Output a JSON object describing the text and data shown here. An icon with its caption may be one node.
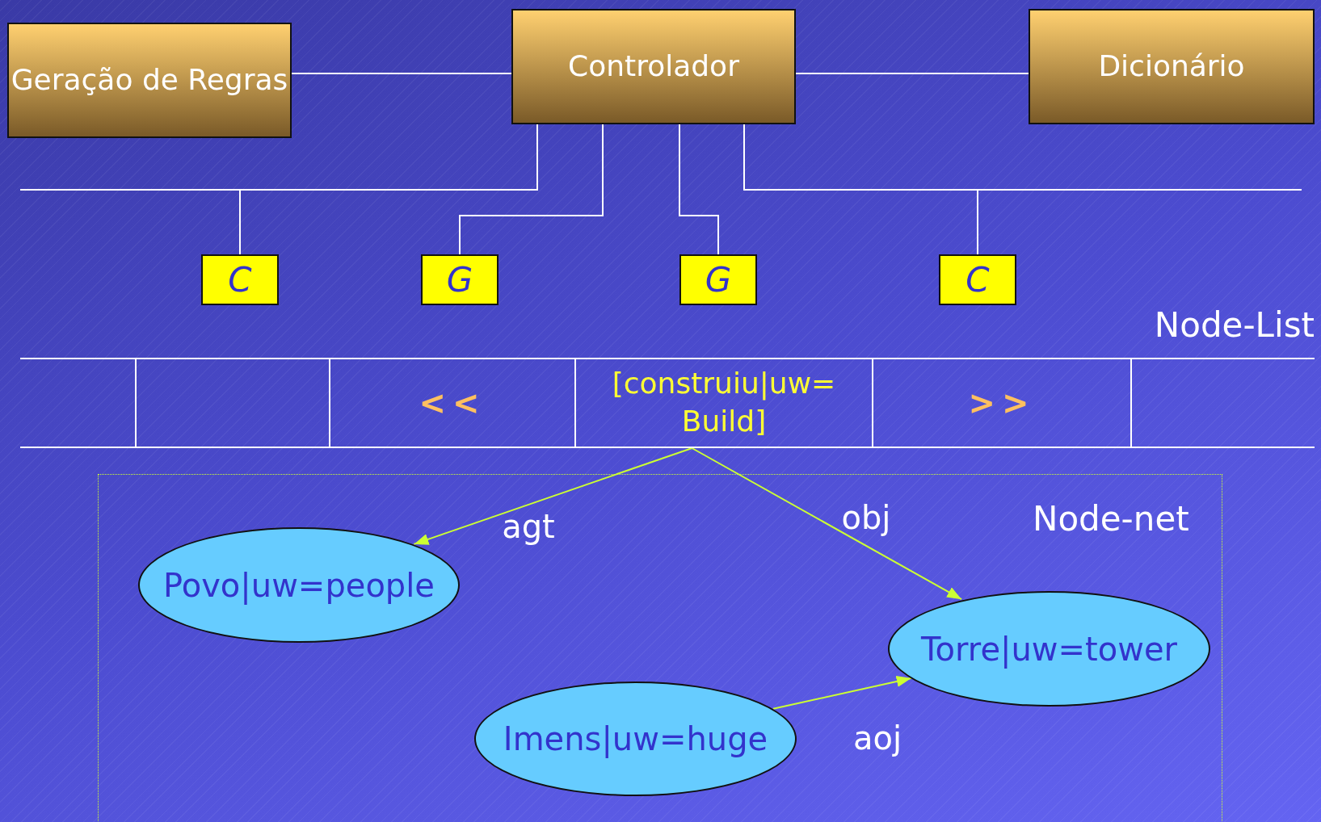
{
  "diagram": {
    "nodes": [
      {
        "text": [
          "Geração de Regras"
        ]
      },
      {
        "text": [
          "Controlador"
        ]
      },
      {
        "text": [
          "Dicionário"
        ]
      },
      {
        "text": [
          "C"
        ]
      },
      {
        "text": [
          "G"
        ]
      },
      {
        "text": [
          "G"
        ]
      },
      {
        "text": [
          "C"
        ]
      },
      {
        "text": [
          "Node-List"
        ]
      },
      {
        "text": [],
        "shape": "box",
        "in": 7
      },
      {
        "text": [],
        "shape": "box",
        "in": 7
      },
      {
        "text": [
          "<<"
        ],
        "in": 7
      },
      {
        "text": [
          "[construiu|uw= Build]"
        ],
        "in": 7
      },
      {
        "text": [
          ">>"
        ],
        "in": 7
      },
      {
        "text": [],
        "shape": "box",
        "in": 7
      },
      {
        "text": [
          "Node-net"
        ]
      },
      {
        "text": [
          "Povo|uw=people"
        ],
        "in": 14
      },
      {
        "text": [
          "Torre|uw=tower"
        ],
        "in": 14
      },
      {
        "text": [
          "Imens|uw=huge"
        ],
        "in": 14
      }
    ],
    "edges": [
      {
        "from": 0,
        "to": 1,
        "arrow": "none"
      },
      {
        "from": 1,
        "to": 2,
        "arrow": "none"
      },
      {
        "from": 1,
        "to": 3,
        "arrow": "none"
      },
      {
        "from": 1,
        "to": 4,
        "arrow": "none"
      },
      {
        "from": 1,
        "to": 5,
        "arrow": "none"
      },
      {
        "from": 1,
        "to": 6,
        "arrow": "none"
      },
      {
        "from": 11,
        "to": 15,
        "arrow": "to",
        "label": "agt",
        "color": "#ccff33"
      },
      {
        "from": 11,
        "to": 16,
        "arrow": "to",
        "label": "obj",
        "color": "#ccff33"
      },
      {
        "from": 17,
        "to": 16,
        "arrow": "to",
        "label": "aoj",
        "color": "#ccff33"
      }
    ]
  }
}
